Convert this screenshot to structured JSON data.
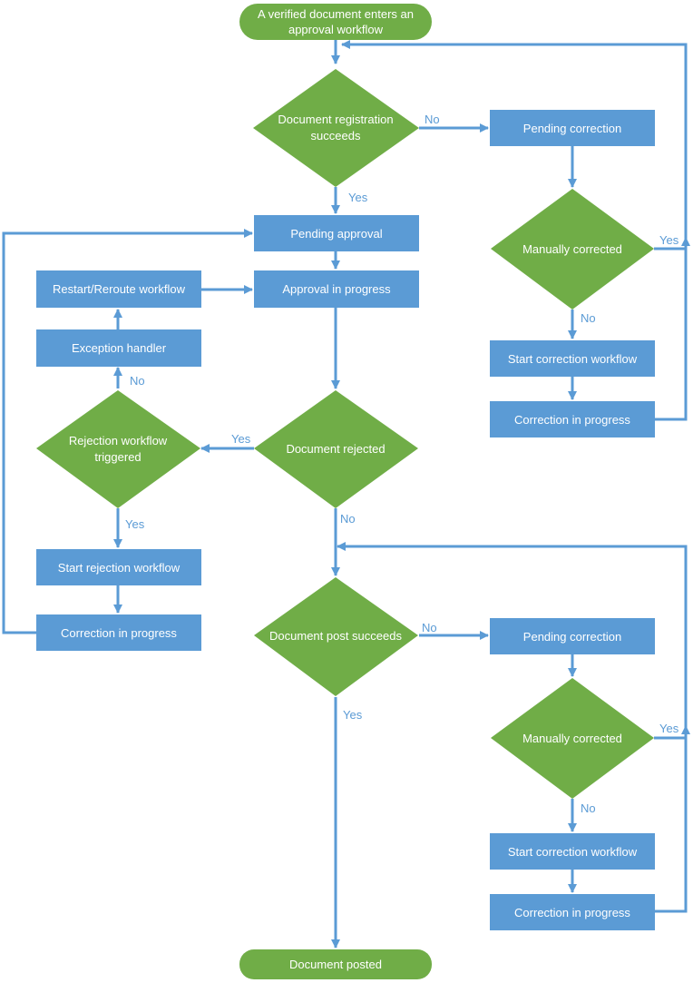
{
  "nodes": {
    "start": "A verified document enters an approval workflow",
    "registration_decision": "Document registration succeeds",
    "pending_correction_1": "Pending correction",
    "manually_corrected_1": "Manually corrected",
    "start_correction_1": "Start correction workflow",
    "correction_in_progress_1": "Correction in progress",
    "pending_approval": "Pending approval",
    "approval_in_progress": "Approval in progress",
    "restart_reroute": "Restart/Reroute workflow",
    "exception_handler": "Exception handler",
    "rejection_triggered": "Rejection workflow triggered",
    "document_rejected": "Document rejected",
    "start_rejection": "Start rejection workflow",
    "correction_in_progress_left": "Correction in progress",
    "post_decision": "Document post succeeds",
    "pending_correction_2": "Pending correction",
    "manually_corrected_2": "Manually corrected",
    "start_correction_2": "Start correction workflow",
    "correction_in_progress_2": "Correction in progress",
    "end": "Document posted"
  },
  "edge_labels": {
    "registration_no": "No",
    "registration_yes": "Yes",
    "manual1_yes": "Yes",
    "manual1_no": "No",
    "rejection_no": "No",
    "rejected_yes": "Yes",
    "rejection_yes": "Yes",
    "rejected_no": "No",
    "post_no": "No",
    "post_yes": "Yes",
    "manual2_yes": "Yes",
    "manual2_no": "No"
  },
  "colors": {
    "process_box": "#5b9bd5",
    "decision_and_terminal": "#70ad47",
    "connector": "#5b9bd5",
    "node_text": "#ffffff"
  }
}
